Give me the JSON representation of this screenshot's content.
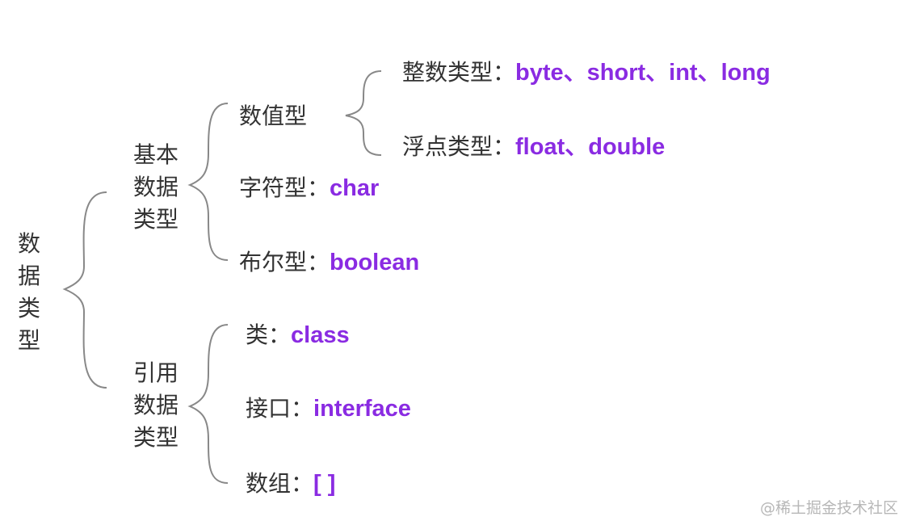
{
  "root": {
    "chars": [
      "数",
      "据",
      "类",
      "型"
    ]
  },
  "primitive": {
    "chars": [
      "基本",
      "数据",
      "类型"
    ],
    "numeric": {
      "label": "数值型",
      "integer": {
        "label": "整数类型：",
        "values": "byte、short、int、long"
      },
      "float": {
        "label": "浮点类型：",
        "values": "float、double"
      }
    },
    "char": {
      "label": "字符型：",
      "values": "char"
    },
    "boolean": {
      "label": "布尔型：",
      "values": "boolean"
    }
  },
  "reference": {
    "chars": [
      "引用",
      "数据",
      "类型"
    ],
    "class": {
      "label": "类：",
      "values": "class"
    },
    "interface": {
      "label": "接口：",
      "values": "interface"
    },
    "array": {
      "label": "数组：",
      "values": "[ ]"
    }
  },
  "watermark": "@稀土掘金技术社区",
  "colors": {
    "text": "#333333",
    "value": "#8a2be2",
    "bracket": "#888888",
    "watermark": "#b7b7b7"
  }
}
